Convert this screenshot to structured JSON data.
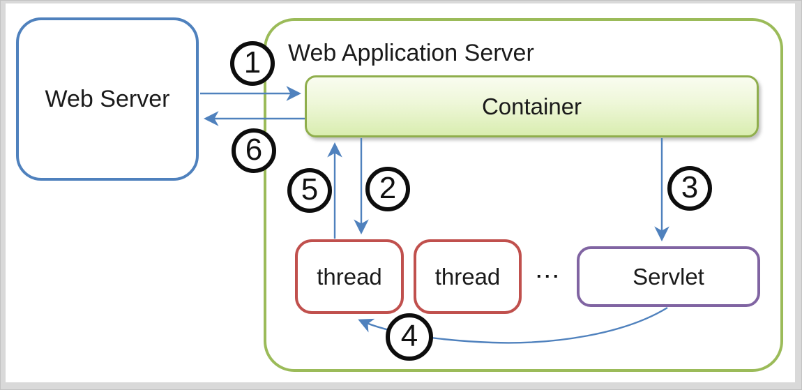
{
  "title": "Web Application Server",
  "nodes": {
    "web_server": {
      "label": "Web Server"
    },
    "container": {
      "label": "Container"
    },
    "thread_1": {
      "label": "thread"
    },
    "thread_2": {
      "label": "thread"
    },
    "thread_ellipsis": {
      "label": "···"
    },
    "servlet": {
      "label": "Servlet"
    }
  },
  "steps": [
    {
      "number": "1"
    },
    {
      "number": "2"
    },
    {
      "number": "3"
    },
    {
      "number": "4"
    },
    {
      "number": "5"
    },
    {
      "number": "6"
    }
  ],
  "arrows": [
    {
      "step": "1",
      "from": "web-server",
      "to": "container",
      "direction": "right"
    },
    {
      "step": "2",
      "from": "container",
      "to": "thread-1",
      "direction": "down"
    },
    {
      "step": "3",
      "from": "container",
      "to": "servlet",
      "direction": "down"
    },
    {
      "step": "4",
      "from": "servlet",
      "to": "thread-1",
      "direction": "curve-left"
    },
    {
      "step": "5",
      "from": "thread-1",
      "to": "container",
      "direction": "up"
    },
    {
      "step": "6",
      "from": "container",
      "to": "web-server",
      "direction": "left"
    }
  ],
  "colors": {
    "web_server_border": "#4f81bd",
    "was_border": "#9bbb59",
    "container_border": "#8fae4c",
    "container_fill_top": "#f9fcf0",
    "container_fill_bottom": "#d9edb0",
    "thread_border": "#c0504d",
    "servlet_border": "#8064a2",
    "arrow": "#4f81bd",
    "step_circle_border": "#0d0d0d",
    "frame": "#d9d9d9"
  }
}
